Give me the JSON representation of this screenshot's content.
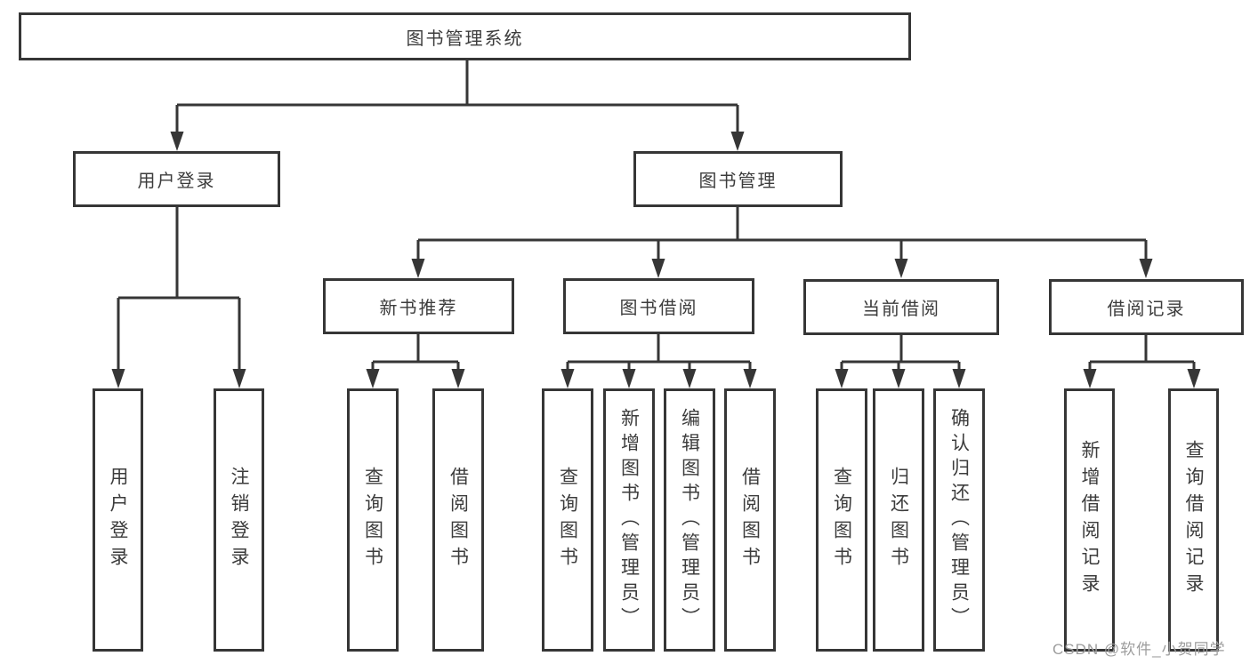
{
  "diagram": {
    "title": "图书管理系统",
    "root": {
      "label": "图书管理系统"
    },
    "level2": [
      {
        "label": "用户登录"
      },
      {
        "label": "图书管理"
      }
    ],
    "level3": [
      {
        "label": "新书推荐"
      },
      {
        "label": "图书借阅"
      },
      {
        "label": "当前借阅"
      },
      {
        "label": "借阅记录"
      }
    ],
    "leaves": {
      "login": [
        {
          "label": "用户登录"
        },
        {
          "label": "注销登录"
        }
      ],
      "recommend": [
        {
          "label": "查询图书"
        },
        {
          "label": "借阅图书"
        }
      ],
      "borrow": [
        {
          "label": "查询图书"
        },
        {
          "label": "新增图书（管理员）"
        },
        {
          "label": "编辑图书（管理员）"
        },
        {
          "label": "借阅图书"
        }
      ],
      "current": [
        {
          "label": "查询图书"
        },
        {
          "label": "归还图书"
        },
        {
          "label": "确认归还（管理员）"
        }
      ],
      "records": [
        {
          "label": "新增借阅记录"
        },
        {
          "label": "查询借阅记录"
        }
      ]
    },
    "watermark": "CSDN @软件_小贺同学",
    "colors": {
      "line": "#363636",
      "box_border": "#363636",
      "text": "#3c3c3c",
      "background": "#ffffff",
      "watermark": "#9d9d9d"
    }
  }
}
